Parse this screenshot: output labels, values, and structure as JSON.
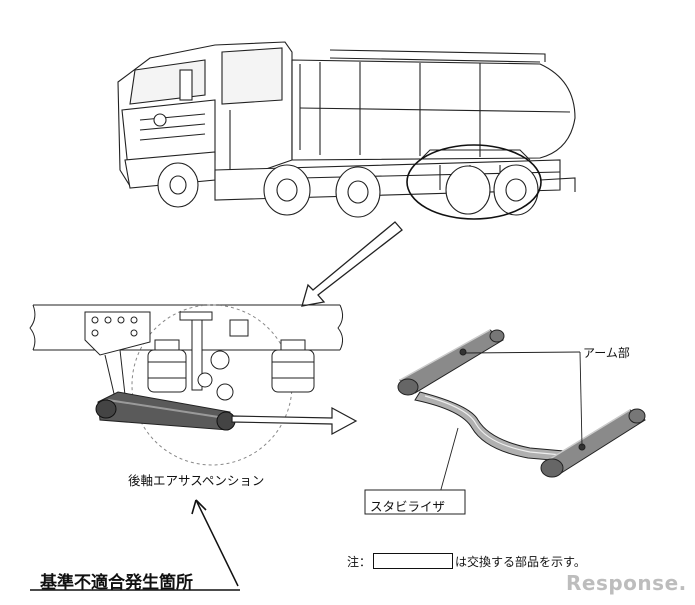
{
  "labels": {
    "suspension": "後軸エアサスペンション",
    "arm": "アーム部",
    "stabilizer": "スタビライザ",
    "note_prefix": "注：",
    "note_suffix": "は交換する部品を示す。",
    "caption": "基準不適合発生箇所"
  },
  "watermark": "Response.",
  "colors": {
    "line": "#222222",
    "part_fill": "#5a5a5a",
    "part_highlight": "#9a9a9a",
    "watermark": "#bdbdbd"
  }
}
